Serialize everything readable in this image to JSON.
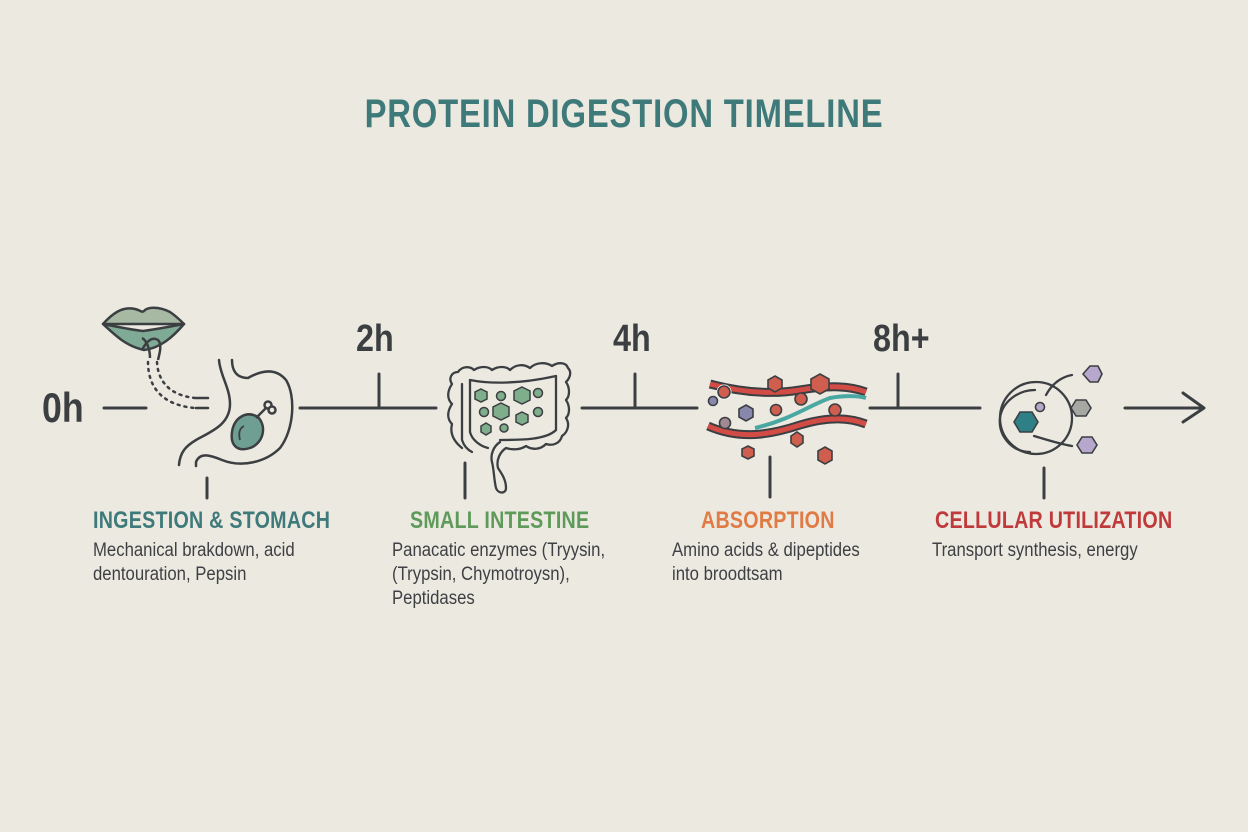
{
  "title": "PROTEIN DIGESTION TIMELINE",
  "colors": {
    "background": "#ece9e1",
    "title": "#3f7a7b",
    "line": "#3c3f42",
    "stage1": "#3f7a7b",
    "stage2": "#5e9a5a",
    "stage3": "#e07b45",
    "stage4": "#c0393b"
  },
  "timeline": {
    "markers": [
      {
        "label": "0h"
      },
      {
        "label": "2h"
      },
      {
        "label": "4h"
      },
      {
        "label": "8h+"
      }
    ],
    "end_icon": "arrow-right-icon"
  },
  "stages": [
    {
      "title": "INGESTION & STOMACH",
      "description": "Mechanical brakdown, acid\ndentouration, Pepsin",
      "icons": [
        "mouth-icon",
        "stomach-icon",
        "drumstick-icon"
      ],
      "color": "#3f7a7b"
    },
    {
      "title": "SMALL INTESTINE",
      "description": "Panacatic enzymes (Tryysin,\n(Trypsin, Chymotroysn),\nPeptidases",
      "icons": [
        "intestine-icon",
        "peptide-hexagons-icon"
      ],
      "color": "#5e9a5a"
    },
    {
      "title": "ABSORPTION",
      "description": "Amino acids & dipeptides\ninto broodtsam",
      "icons": [
        "blood-vessel-icon",
        "amino-acid-hexagons-icon"
      ],
      "color": "#e07b45"
    },
    {
      "title": "CELLULAR UTILIZATION",
      "description": "Transport synthesis, energy",
      "icons": [
        "cell-icon",
        "molecule-hexagons-icon"
      ],
      "color": "#c0393b"
    }
  ]
}
